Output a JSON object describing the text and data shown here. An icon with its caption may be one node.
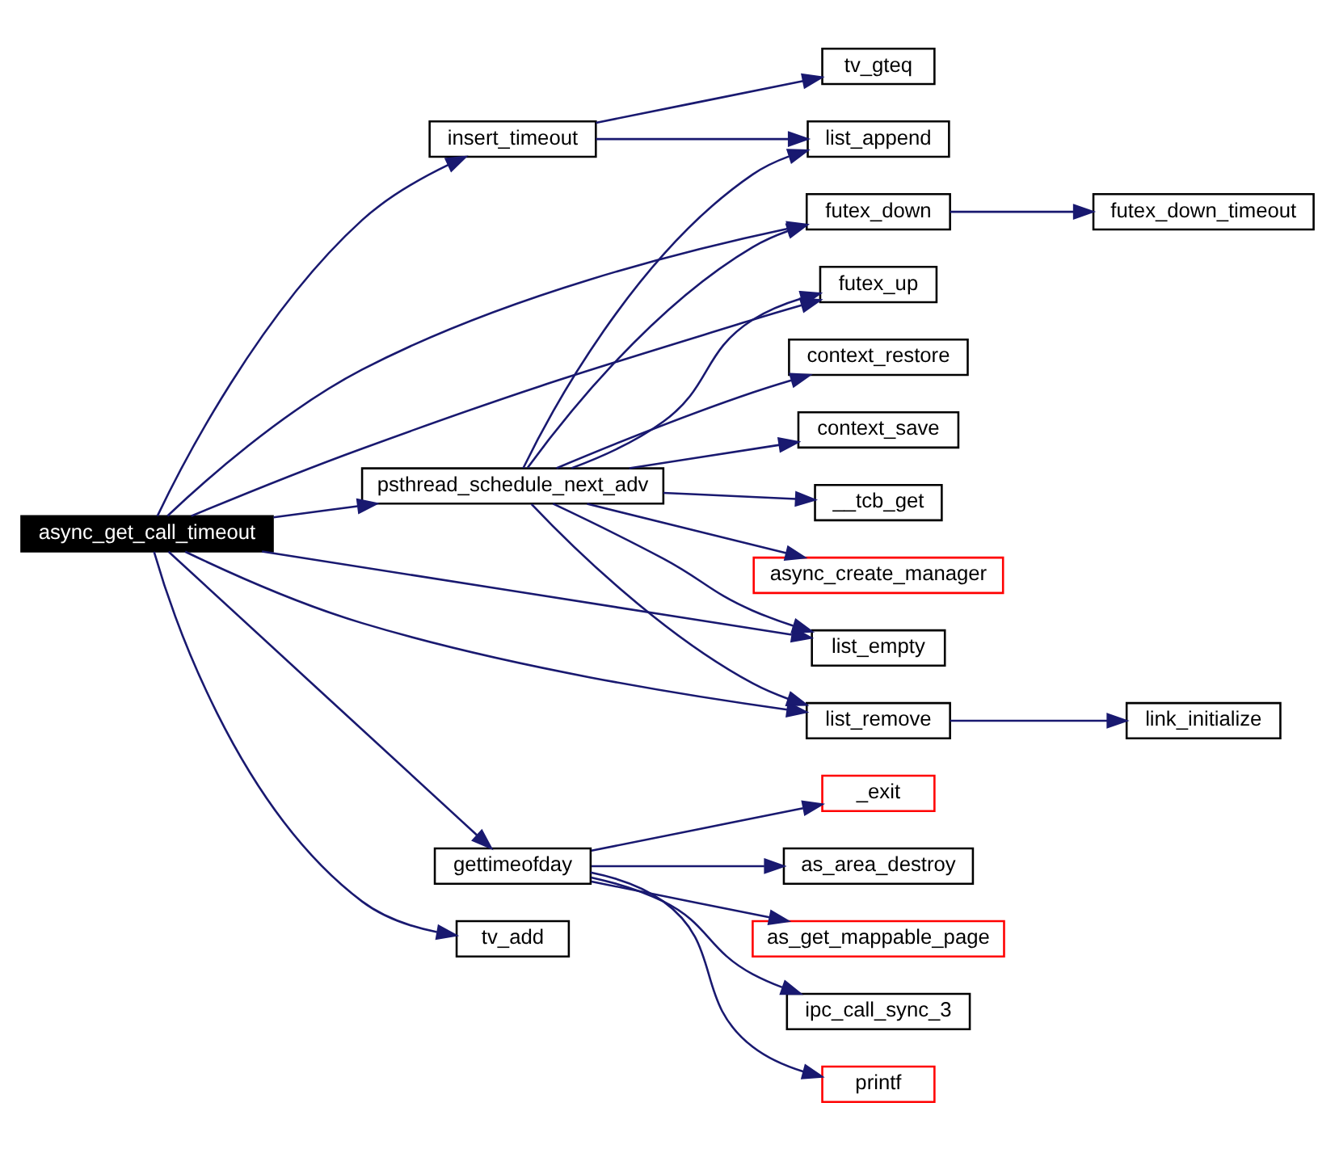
{
  "diagram": {
    "nodes": [
      {
        "text": [
          "async_get_call_timeout"
        ]
      },
      {
        "text": [
          "insert_timeout"
        ]
      },
      {
        "text": [
          "psthread_schedule_next_adv"
        ]
      },
      {
        "text": [
          "gettimeofday"
        ]
      },
      {
        "text": [
          "tv_add"
        ]
      },
      {
        "text": [
          "tv_gteq"
        ]
      },
      {
        "text": [
          "list_append"
        ]
      },
      {
        "text": [
          "futex_down"
        ]
      },
      {
        "text": [
          "futex_up"
        ]
      },
      {
        "text": [
          "context_save"
        ]
      },
      {
        "text": [
          "__tcb_get"
        ]
      },
      {
        "text": [
          "async_create_manager"
        ]
      },
      {
        "text": [
          "context_restore"
        ]
      },
      {
        "text": [
          "list_empty"
        ]
      },
      {
        "text": [
          "list_remove"
        ]
      },
      {
        "text": [
          "_exit"
        ]
      },
      {
        "text": [
          "as_area_destroy"
        ]
      },
      {
        "text": [
          "as_get_mappable_page"
        ]
      },
      {
        "text": [
          "ipc_call_sync_3"
        ]
      },
      {
        "text": [
          "printf"
        ]
      },
      {
        "text": [
          "futex_down_timeout"
        ]
      },
      {
        "text": [
          "link_initialize"
        ]
      }
    ],
    "edges": [
      {
        "from": 0,
        "to": 1,
        "arrow": "to"
      },
      {
        "from": 0,
        "to": 7,
        "arrow": "to"
      },
      {
        "from": 0,
        "to": 8,
        "arrow": "to"
      },
      {
        "from": 0,
        "to": 2,
        "arrow": "to"
      },
      {
        "from": 0,
        "to": 13,
        "arrow": "to"
      },
      {
        "from": 0,
        "to": 14,
        "arrow": "to"
      },
      {
        "from": 0,
        "to": 3,
        "arrow": "to"
      },
      {
        "from": 0,
        "to": 4,
        "arrow": "to"
      },
      {
        "from": 1,
        "to": 5,
        "arrow": "to"
      },
      {
        "from": 1,
        "to": 6,
        "arrow": "to"
      },
      {
        "from": 2,
        "to": 6,
        "arrow": "to"
      },
      {
        "from": 2,
        "to": 7,
        "arrow": "to"
      },
      {
        "from": 2,
        "to": 8,
        "arrow": "to"
      },
      {
        "from": 2,
        "to": 9,
        "arrow": "to"
      },
      {
        "from": 2,
        "to": 10,
        "arrow": "to"
      },
      {
        "from": 2,
        "to": 11,
        "arrow": "to"
      },
      {
        "from": 2,
        "to": 12,
        "arrow": "to"
      },
      {
        "from": 2,
        "to": 13,
        "arrow": "to"
      },
      {
        "from": 2,
        "to": 14,
        "arrow": "to"
      },
      {
        "from": 3,
        "to": 15,
        "arrow": "to"
      },
      {
        "from": 3,
        "to": 16,
        "arrow": "to"
      },
      {
        "from": 3,
        "to": 17,
        "arrow": "to"
      },
      {
        "from": 3,
        "to": 18,
        "arrow": "to"
      },
      {
        "from": 3,
        "to": 19,
        "arrow": "to"
      },
      {
        "from": 7,
        "to": 20,
        "arrow": "to"
      },
      {
        "from": 14,
        "to": 21,
        "arrow": "to"
      }
    ]
  }
}
